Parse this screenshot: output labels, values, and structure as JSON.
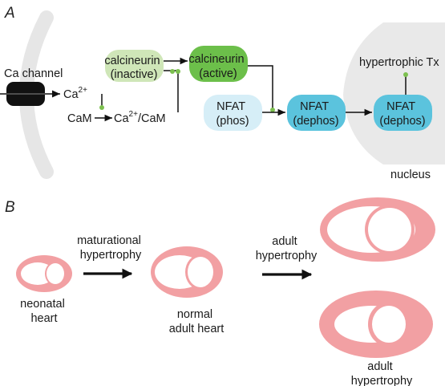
{
  "panel_a": {
    "label": "A",
    "ca_channel": "Ca channel",
    "ca": "Ca",
    "ca_sup": "2+",
    "cam": "CaM",
    "complex_ca": "Ca",
    "complex_sup": "2+",
    "complex_rest": "/CaM",
    "calcineurin_inactive": [
      "calcineurin",
      "(inactive)"
    ],
    "calcineurin_active": [
      "calcineurin",
      "(active)"
    ],
    "nfat_phos": [
      "NFAT",
      "(phos)"
    ],
    "nfat_dephos": [
      "NFAT",
      "(dephos)"
    ],
    "nfat_dephos_nucleus": [
      "NFAT",
      "(dephos)"
    ],
    "hypertrophic_tx": "hypertrophic Tx",
    "nucleus": "nucleus",
    "colors": {
      "membrane": "#e6e6e6",
      "nucleus": "#e9e9e9",
      "channel": "#111111",
      "calcineurin_inactive": "#cfe6b8",
      "calcineurin_active": "#6cbf4a",
      "nfat_phos": "#d6eef7",
      "nfat_dephos": "#5bc3dd",
      "dot": "#7cc04f"
    }
  },
  "panel_b": {
    "label": "B",
    "neonatal": [
      "neonatal",
      "heart"
    ],
    "maturational": [
      "maturational",
      "hypertrophy"
    ],
    "normal_adult": [
      "normal",
      "adult heart"
    ],
    "adult_hyp_arrow": [
      "adult",
      "hypertrophy"
    ],
    "adult_hyp_heart": [
      "adult",
      "hypertrophy"
    ],
    "colors": {
      "heart": "#f2a0a3"
    }
  }
}
